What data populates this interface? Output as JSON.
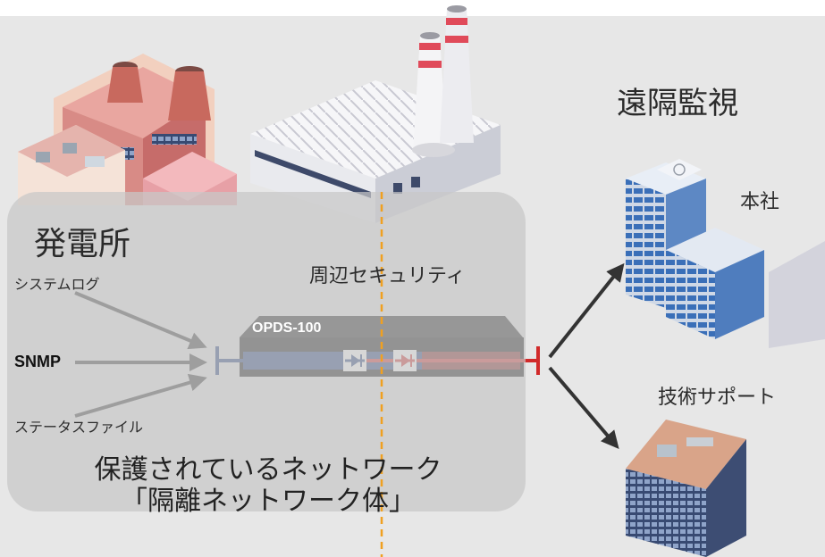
{
  "labels": {
    "remote_monitoring": "遠隔監視",
    "headquarters": "本社",
    "technical_support": "技術サポート",
    "power_plant": "発電所",
    "perimeter_security": "周辺セキュリティ",
    "syslog": "システムログ",
    "snmp": "SNMP",
    "status_file": "ステータスファイル",
    "protected_network_line1": "保護されているネットワーク",
    "protected_network_line2": "「隔離ネットワーク体」",
    "device": "OPDS-100"
  },
  "colors": {
    "background": "#e7e7e7",
    "zone": "#c8c8c8",
    "device_body": "#111111",
    "protected_side": "#1d3a7a",
    "unprotected_side": "#d12a2a",
    "perimeter_line": "#f0a020",
    "arrows": "#333333"
  },
  "icons": [
    "factory-icon",
    "warehouse-icon",
    "smokestack-icon",
    "office-building-icon",
    "support-building-icon",
    "diode-icon"
  ]
}
